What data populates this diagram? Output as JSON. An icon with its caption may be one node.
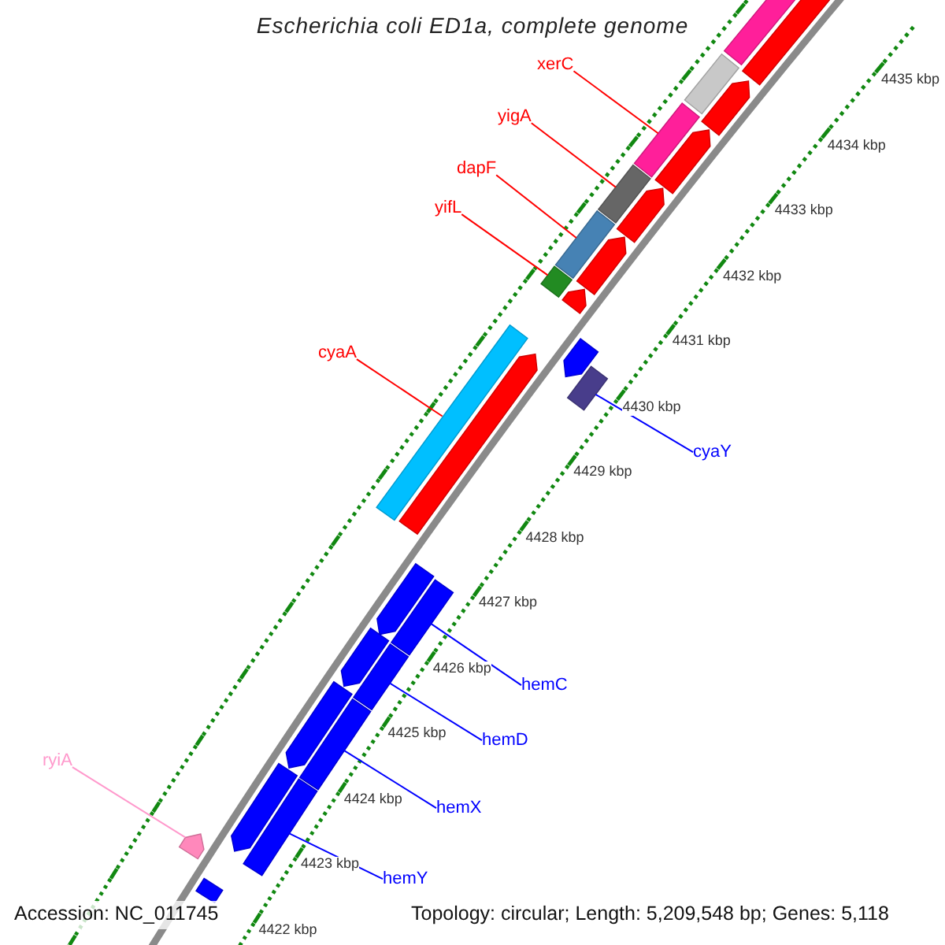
{
  "diagram": {
    "title": "Escherichia coli ED1a, complete genome",
    "nodes": [
      {
        "text": [
          "xerC"
        ]
      },
      {
        "text": [],
        "shape": "bar"
      },
      {
        "text": [
          "yigA"
        ]
      },
      {
        "text": [],
        "shape": "bar"
      },
      {
        "text": [
          "dapF"
        ]
      },
      {
        "text": [],
        "shape": "bar"
      },
      {
        "text": [
          "yifL"
        ]
      },
      {
        "text": [],
        "shape": "diamond"
      },
      {
        "text": [
          "cyaA"
        ]
      },
      {
        "text": [],
        "shape": "bar"
      },
      {
        "text": [
          "cyaY"
        ]
      },
      {
        "text": [],
        "shape": "box"
      },
      {
        "text": [
          "hemC"
        ]
      },
      {
        "text": [],
        "shape": "bar"
      },
      {
        "text": [
          "hemD"
        ]
      },
      {
        "text": [],
        "shape": "bar"
      },
      {
        "text": [
          "hemX"
        ]
      },
      {
        "text": [],
        "shape": "bar"
      },
      {
        "text": [
          "hemY"
        ]
      },
      {
        "text": [],
        "shape": "bar"
      },
      {
        "text": [
          "ryiA"
        ]
      },
      {
        "text": [],
        "shape": "pentagon"
      },
      {
        "text": [],
        "shape": "pentagon"
      },
      {
        "text": [],
        "shape": "pentagon"
      },
      {
        "text": [],
        "shape": "bar"
      },
      {
        "text": [],
        "shape": "box"
      },
      {
        "text": [],
        "shape": "pentagon"
      },
      {
        "text": [],
        "shape": "pentagon"
      },
      {
        "text": [],
        "shape": "pentagon"
      },
      {
        "text": [],
        "shape": "pentagon"
      },
      {
        "text": [],
        "shape": "pentagon"
      },
      {
        "text": [],
        "shape": "pentagon"
      },
      {
        "text": [],
        "shape": "pentagon"
      },
      {
        "text": [],
        "shape": "pentagon"
      },
      {
        "text": [],
        "shape": "pentagon"
      },
      {
        "text": [],
        "shape": "pentagon"
      },
      {
        "text": [],
        "shape": "bar"
      }
    ],
    "edges": [
      {
        "from": 0,
        "to": 1,
        "arrow": "none",
        "color": "#ff0000"
      },
      {
        "from": 2,
        "to": 3,
        "arrow": "none",
        "color": "#ff0000"
      },
      {
        "from": 4,
        "to": 5,
        "arrow": "none",
        "color": "#ff0000"
      },
      {
        "from": 6,
        "to": 7,
        "arrow": "none",
        "color": "#ff0000"
      },
      {
        "from": 8,
        "to": 9,
        "arrow": "none",
        "color": "#ff0000"
      },
      {
        "from": 10,
        "to": 11,
        "arrow": "none",
        "color": "#0000ff"
      },
      {
        "from": 12,
        "to": 13,
        "arrow": "none",
        "color": "#0000ff"
      },
      {
        "from": 14,
        "to": 15,
        "arrow": "none",
        "color": "#0000ff"
      },
      {
        "from": 16,
        "to": 17,
        "arrow": "none",
        "color": "#0000ff"
      },
      {
        "from": 18,
        "to": 19,
        "arrow": "none",
        "color": "#0000ff"
      },
      {
        "from": 20,
        "to": 21,
        "arrow": "none",
        "color": "#ff99cc"
      }
    ],
    "labels": [
      "4435 kbp",
      "4434 kbp",
      "4433 kbp",
      "4432 kbp",
      "4431 kbp",
      "4430 kbp",
      "4429 kbp",
      "4428 kbp",
      "4427 kbp",
      "4426 kbp",
      "4425 kbp",
      "4424 kbp",
      "4423 kbp",
      "4422 kbp",
      "Accession: NC_011745",
      "Topology: circular; Length: 5,209,548 bp; Genes: 5,118"
    ]
  }
}
